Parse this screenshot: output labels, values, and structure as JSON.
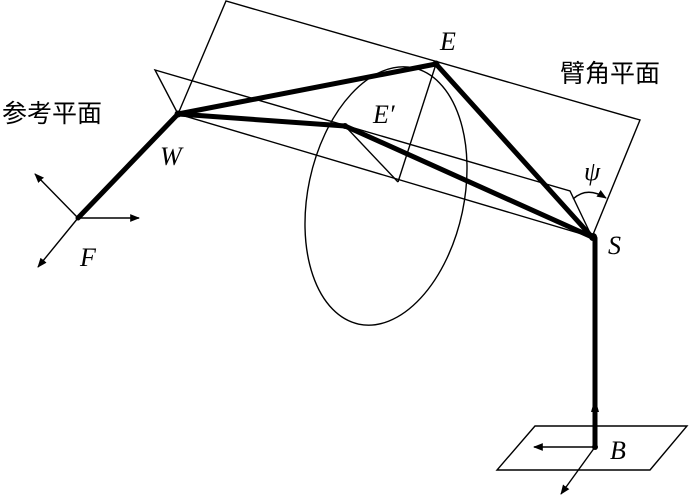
{
  "labels": {
    "E": "E",
    "E_prime": "E′",
    "W": "W",
    "S": "S",
    "F": "F",
    "B": "B",
    "psi": "ψ",
    "arm_plane": "臂角平面",
    "reference_plane": "参考平面"
  }
}
